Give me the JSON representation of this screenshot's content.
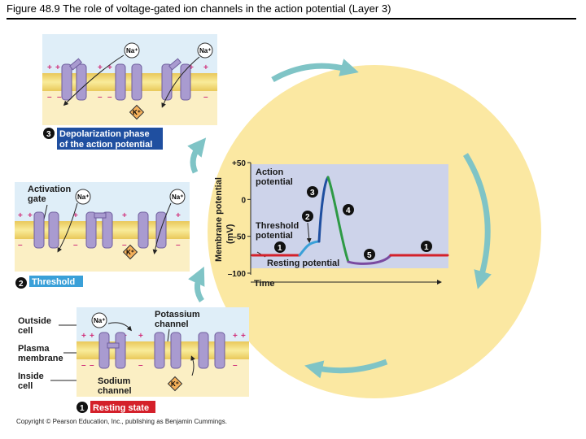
{
  "title": "Figure 48.9  The role of voltage-gated ion channels in the action potential (Layer 3)",
  "copyright": "Copyright © Pearson Education, Inc., publishing as Benjamin Cummings.",
  "colors": {
    "depolarization": "#1f4fa0",
    "threshold": "#3aa0d8",
    "resting": "#d4202a",
    "cycle_arrow": "#7fc4c6",
    "circle": "#fbe8a2",
    "graph_bg": "#cdd3ea",
    "membrane": "#f6e27a",
    "protein": "#a99bd0"
  },
  "ions": {
    "sodium": "Na⁺",
    "potassium": "K⁺"
  },
  "charges": {
    "plus": "+",
    "minus": "–"
  },
  "panels": {
    "depolarization": {
      "step": "3",
      "caption_line1": "Depolarization phase",
      "caption_line2": "of the action potential"
    },
    "threshold": {
      "step": "2",
      "caption": "Threshold",
      "activation_gate_line1": "Activation",
      "activation_gate_line2": "gate"
    },
    "resting": {
      "step": "1",
      "caption": "Resting state",
      "outside_line1": "Outside",
      "outside_line2": "cell",
      "plasma_line1": "Plasma",
      "plasma_line2": "membrane",
      "inside_line1": "Inside",
      "inside_line2": "cell",
      "potassium_line1": "Potassium",
      "potassium_line2": "channel",
      "sodium_line1": "Sodium",
      "sodium_line2": "channel"
    }
  },
  "graph": {
    "ylabel_line1": "Membrane potential",
    "ylabel_line2": "(mV)",
    "xlabel": "Time",
    "ticks": [
      "+50",
      "0",
      "–50",
      "–100"
    ],
    "action_line1": "Action",
    "action_line2": "potential",
    "threshold_line1": "Threshold",
    "threshold_line2": "potential",
    "resting_label": "Resting potential",
    "markers": {
      "one": "1",
      "two": "2",
      "three": "3",
      "four": "4",
      "five": "5"
    }
  },
  "chart_data": {
    "type": "line",
    "ylim": [
      -100,
      50
    ],
    "ytick_values": [
      50,
      0,
      -50,
      -100
    ],
    "grid": false,
    "phases": [
      {
        "step": "1",
        "phase": "resting",
        "color": "#d4202a"
      },
      {
        "step": "2",
        "phase": "threshold",
        "color": "#3aa0d8"
      },
      {
        "step": "3",
        "phase": "depolarization",
        "color": "#1f4fa0"
      },
      {
        "step": "4",
        "phase": "repolarizing",
        "color": "#2e9a45"
      },
      {
        "step": "5",
        "phase": "undershoot",
        "color": "#7a4aa0"
      },
      {
        "step": "1",
        "phase": "resting",
        "color": "#d4202a"
      }
    ]
  }
}
